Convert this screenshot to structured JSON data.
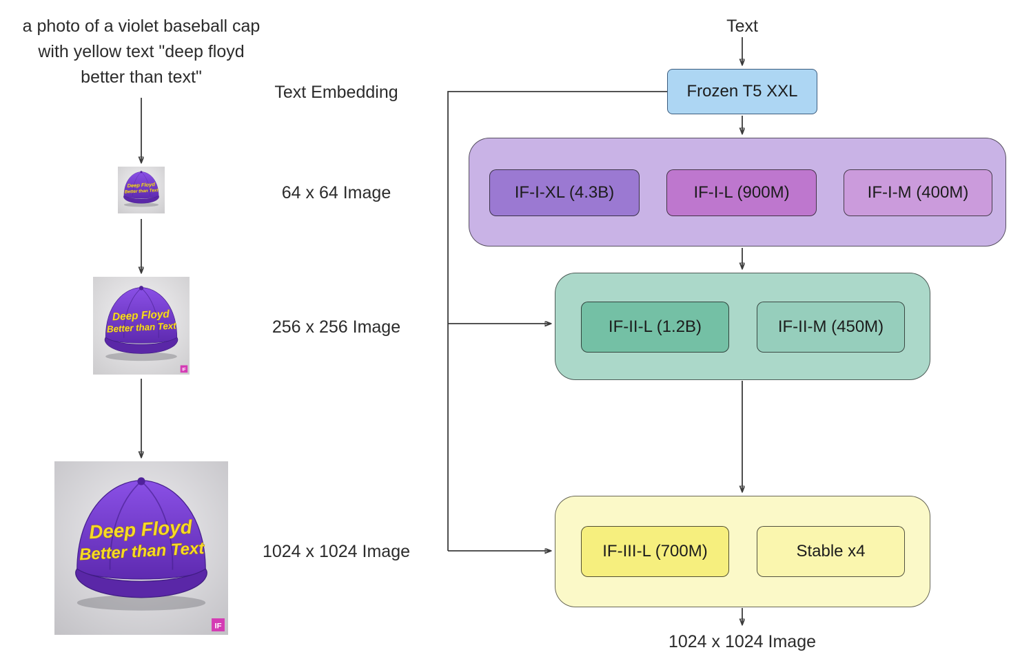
{
  "prompt": {
    "line1": "a photo of a violet baseball cap",
    "line2": "with yellow text \"deep floyd",
    "line3": "better than text\""
  },
  "stage_labels": {
    "text_embedding": "Text Embedding",
    "image_64": "64 x 64 Image",
    "image_256": "256 x 256 Image",
    "image_1024": "1024 x 1024 Image"
  },
  "pipeline": {
    "input_label": "Text",
    "encoder": "Frozen T5 XXL",
    "stage1_models": [
      "IF-I-XL (4.3B)",
      "IF-I-L (900M)",
      "IF-I-M (400M)"
    ],
    "stage2_models": [
      "IF-II-L (1.2B)",
      "IF-II-M (450M)"
    ],
    "stage3_models": [
      "IF-III-L (700M)",
      "Stable x4"
    ],
    "output_label": "1024 x 1024 Image"
  },
  "cap_image": {
    "text_line1": "Deep Floyd",
    "text_line2": "Better than Text",
    "watermark": "IF"
  },
  "colors": {
    "encoder_box": "#ADD6F3",
    "stage1_container": "#C9B3E6",
    "stage1_box1": "#9B79D2",
    "stage1_box2": "#BE77CE",
    "stage1_box3": "#CB9BDC",
    "stage2_container": "#ABD8C9",
    "stage2_box1": "#74C0A5",
    "stage2_box2": "#96CEBC",
    "stage3_container": "#FBF9C8",
    "stage3_box1": "#F6EF7E",
    "stage3_box2": "#FAF6AE",
    "cap_purple": "#6F3AC9",
    "cap_text_yellow": "#F6D82A",
    "arrow": "#3A3A3A"
  }
}
